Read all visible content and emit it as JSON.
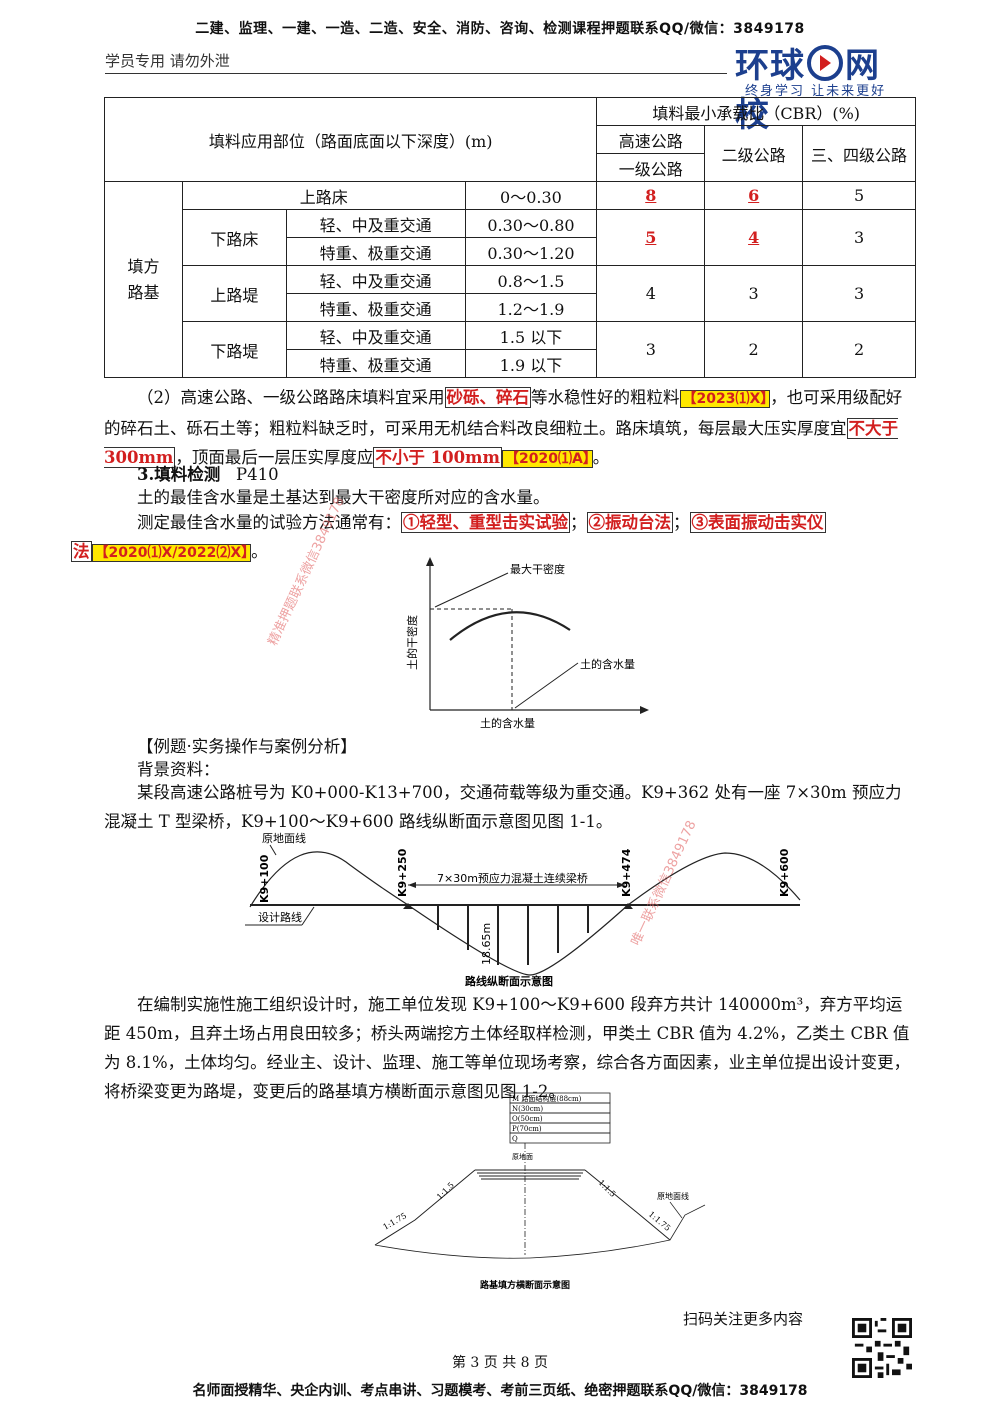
{
  "header": {
    "banner": "二建、监理、一建、一造、二造、安全、消防、咨询、检测课程押题联系QQ/微信：3849178",
    "left_note": "学员专用 请勿外泄",
    "logo_main": "环球",
    "logo_brand": "网校",
    "logo_sub": "终身学习 让未来更好"
  },
  "table": {
    "position_header": "填料应用部位（路面底面以下深度）(m)",
    "cbr_header": "填料最小承载比（CBR）(%)",
    "col_highway": "高速公路",
    "col_class1": "一级公路",
    "col_class2": "二级公路",
    "col_class34": "三、四级公路",
    "category": "填方路基",
    "upper_bed": "上路床",
    "upper_bed_depth": "0～0.30",
    "upper_bed_vals": [
      "8",
      "6",
      "5"
    ],
    "lower_bed": "下路床",
    "traffic_light": "轻、中及重交通",
    "traffic_heavy": "特重、极重交通",
    "lower_bed_depth_1": "0.30～0.80",
    "lower_bed_depth_2": "0.30～1.20",
    "lower_bed_vals": [
      "5",
      "4",
      "3"
    ],
    "upper_emb": "上路堤",
    "upper_emb_depth_1": "0.8～1.5",
    "upper_emb_depth_2": "1.2～1.9",
    "upper_emb_vals": [
      "4",
      "3",
      "3"
    ],
    "lower_emb": "下路堤",
    "lower_emb_depth_1": "1.5 以下",
    "lower_emb_depth_2": "1.9 以下",
    "lower_emb_vals": [
      "3",
      "2",
      "2"
    ]
  },
  "para2": {
    "t1": "（2）高速公路、一级公路路床填料宜采用",
    "h1": "砂砾、碎石",
    "t2": "等水稳性好的粗粒料",
    "tag1": "【2023⑴X】",
    "t3": "，也可采用级配好的碎石土、砾石土等；粗粒料缺乏时，可采用无机结合料改良细粒土。路床填筑，每层最大压实厚度宜",
    "h2": "不大于 300mm",
    "t4": "，顶面最后一层压实厚度应",
    "h3": "不小于 100mm",
    "tag2": "【2020⑴A】",
    "t5": "。"
  },
  "section3": {
    "heading": "3.填料检测",
    "page_ref": "P410",
    "line1": "土的最佳含水量是土基达到最大干密度所对应的含水量。",
    "line2_a": "测定最佳含水量的试验方法通常有：",
    "m1": "①轻型、重型击实试验",
    "sep1": "；",
    "m2": "②振动台法",
    "sep2": "；",
    "m3a": "③表面振动击实仪",
    "m3b": "法",
    "tag": "【2020⑴X/2022⑵X】",
    "end": "。"
  },
  "fig1": {
    "label_max": "最大干密度",
    "label_y": "土的干密度",
    "label_curve": "土的含水量",
    "label_x": "土的含水量"
  },
  "example": {
    "heading": "【例题·实务操作与案例分析】",
    "bg_label": "背景资料：",
    "p1": "某段高速公路桩号为 K0+000-K13+700，交通荷载等级为重交通。K9+362 处有一座 7×30m 预应力混凝土 T 型梁桥，K9+100～K9+600 路线纵断面示意图见图 1-1。",
    "p2": "在编制实施性施工组织设计时，施工单位发现 K9+100～K9+600 段弃方共计 140000m³，弃方平均运距 450m，且弃土场占用良田较多；桥头两端挖方土体经取样检测，甲类土 CBR 值为 4.2%，乙类土 CBR 值为 8.1%，土体均匀。经业主、设计、监理、施工等单位现场考察，综合各方面因素，业主单位提出设计变更，将桥梁变更为路堤，变更后的路基填方横断面示意图见图 1-2。"
  },
  "fig2": {
    "ground_line": "原地面线",
    "design_line": "设计路线",
    "st1": "K9+100",
    "st2": "K9+250",
    "st3": "K9+474",
    "st4": "K9+600",
    "bridge": "7×30m预应力混凝土连续梁桥",
    "depth": "18.65m",
    "caption": "路线纵断面示意图"
  },
  "fig3": {
    "layer_m": "M 路面结构层(88cm)",
    "layer_n": "N(30cm)",
    "layer_o": "O(50cm)",
    "layer_p": "P(70cm)",
    "layer_q": "Q",
    "ground": "原地面",
    "ground_line": "原地面线",
    "slope1": "1:1.5",
    "slope2": "1:1.75",
    "caption": "路基填方横断面示意图"
  },
  "watermarks": {
    "w1": "精准押题联系微信3849178",
    "w2": "唯一联系微信3849178"
  },
  "footer": {
    "scan": "扫码关注更多内容",
    "page": "第 3 页 共 8 页",
    "bottom": "名师面授精华、央企内训、考点串讲、习题模考、考前三页纸、绝密押题联系QQ/微信：3849178"
  }
}
